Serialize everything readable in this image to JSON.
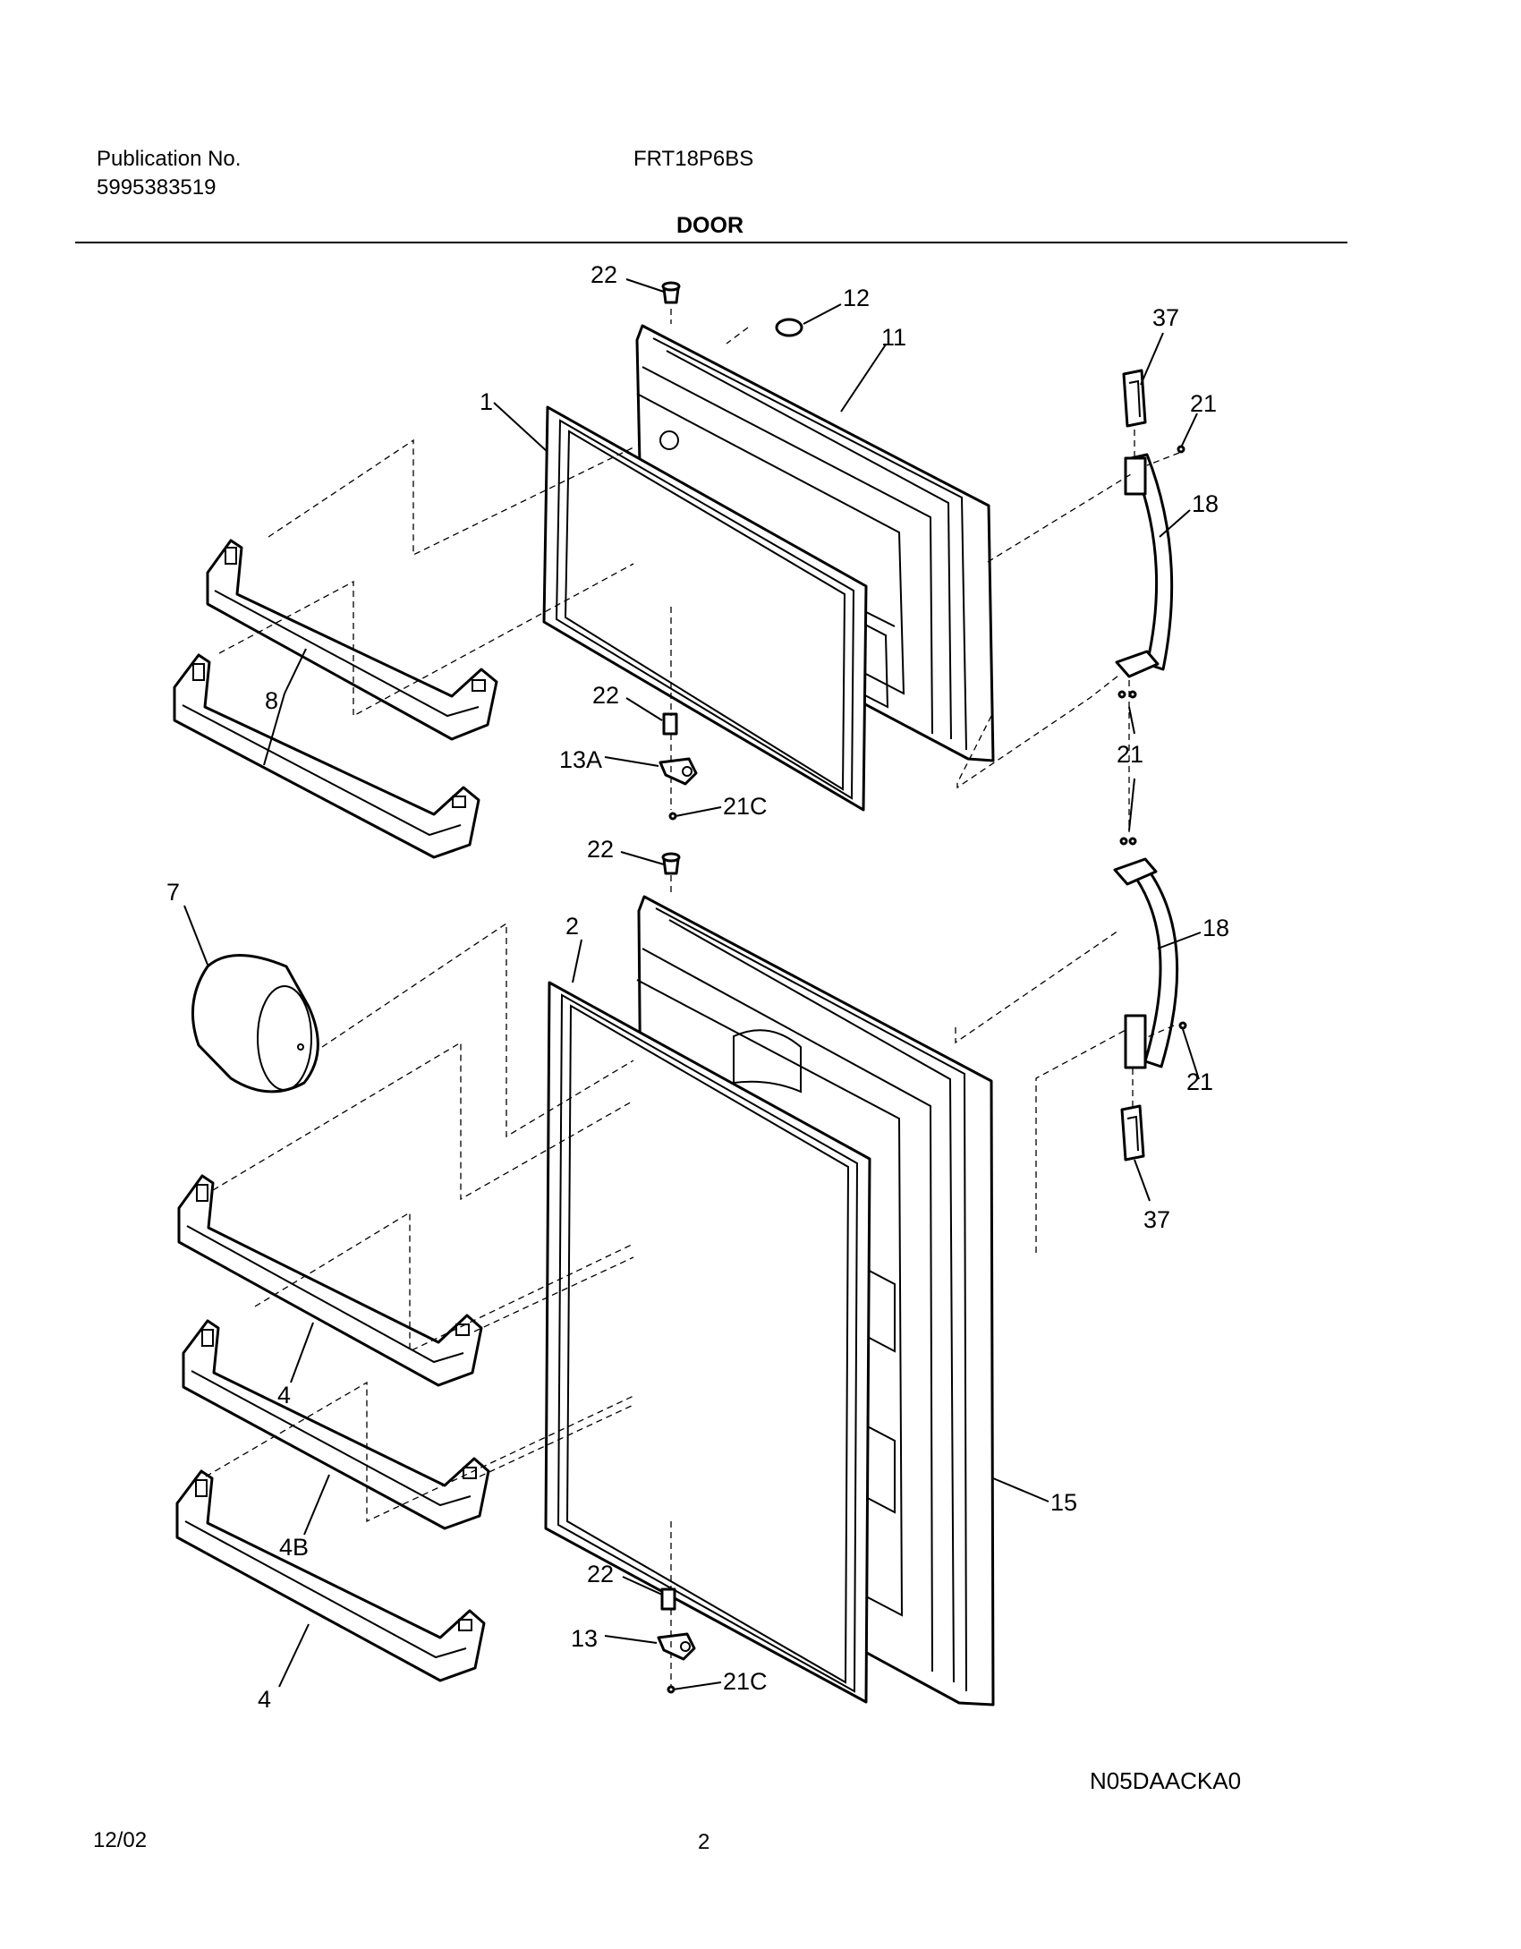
{
  "header": {
    "publication_label": "Publication No.",
    "publication_number": "5995383519",
    "model": "FRT18P6BS",
    "section": "DOOR"
  },
  "footer": {
    "date": "12/02",
    "page": "2",
    "diagram_code": "N05DAACKA0"
  },
  "callouts": {
    "c1": "1",
    "c2": "2",
    "c4a": "4",
    "c4b": "4",
    "c4B": "4B",
    "c7": "7",
    "c8": "8",
    "c11": "11",
    "c12": "12",
    "c13": "13",
    "c13A": "13A",
    "c15": "15",
    "c18a": "18",
    "c18b": "18",
    "c21a": "21",
    "c21b": "21",
    "c21c": "21",
    "c21Ca": "21C",
    "c21Cb": "21C",
    "c22a": "22",
    "c22b": "22",
    "c22c": "22",
    "c22d": "22",
    "c37a": "37",
    "c37b": "37"
  }
}
